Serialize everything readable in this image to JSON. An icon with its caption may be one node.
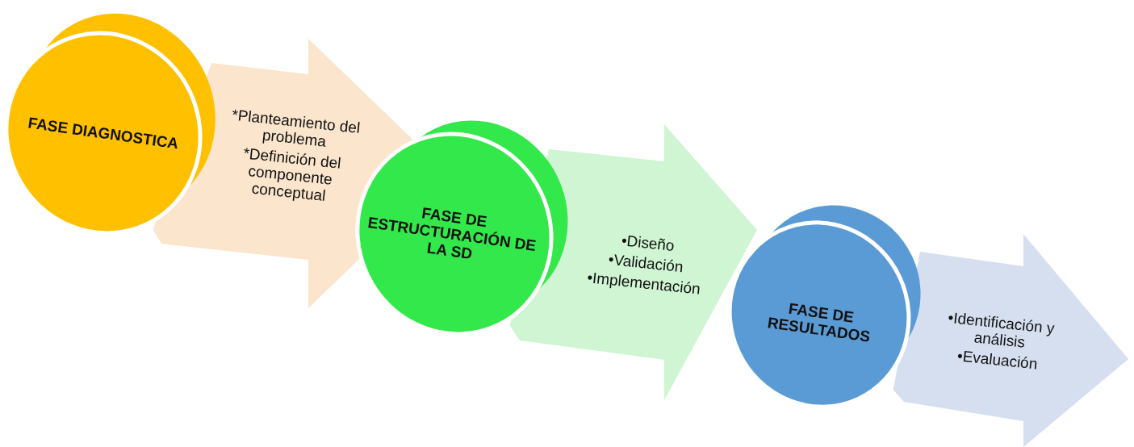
{
  "diagram": {
    "nodes": [
      {
        "text": [
          "FASE DIAGNOSTICA"
        ]
      },
      {
        "text": [
          "*Planteamiento del problema",
          "*Definición del componente conceptual"
        ]
      },
      {
        "text": [
          "FASE DE ESTRUCTURACIÓN DE LA SD"
        ]
      },
      {
        "text": [
          "•Diseño",
          "•Validación",
          "•Implementación"
        ]
      },
      {
        "text": [
          "FASE DE RESULTADOS"
        ]
      },
      {
        "text": [
          "•Identificación y análisis",
          "•Evaluación"
        ]
      }
    ],
    "edges": [
      {
        "from": 0,
        "to": 2,
        "arrow": "to"
      },
      {
        "from": 2,
        "to": 4,
        "arrow": "to"
      },
      {
        "from": 4,
        "to": null,
        "arrow": "to"
      }
    ]
  }
}
